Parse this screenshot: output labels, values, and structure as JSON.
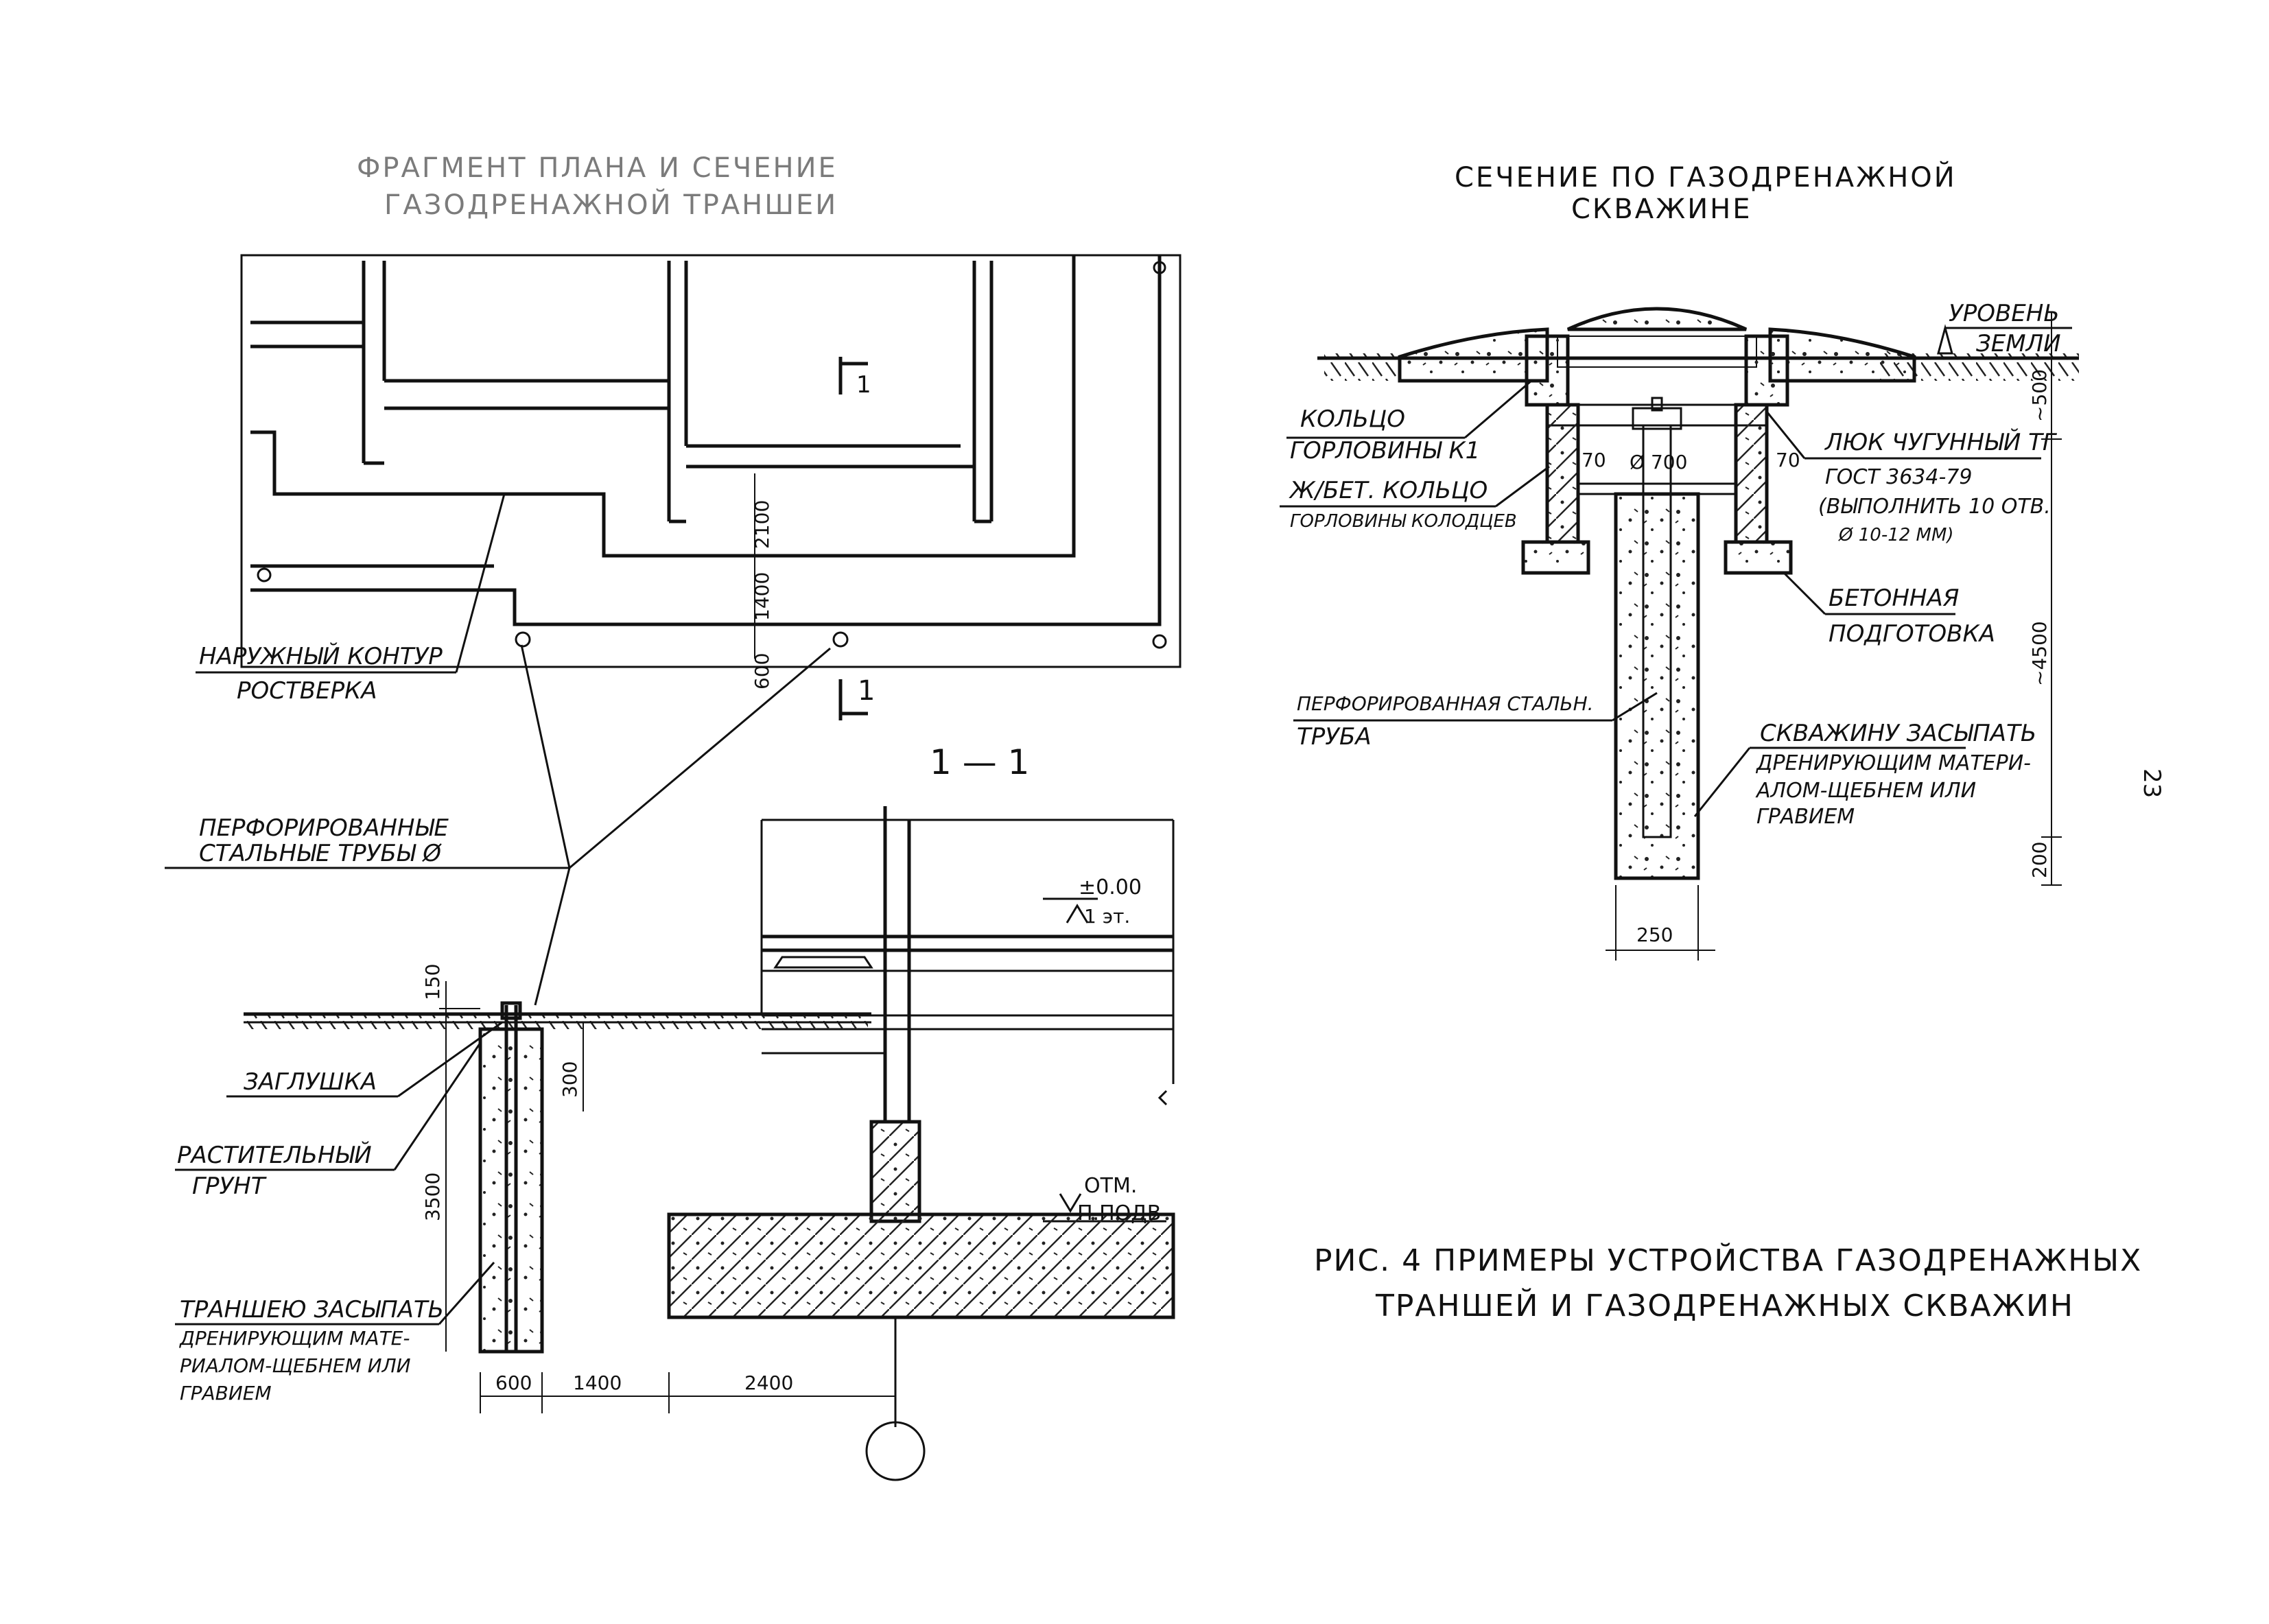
{
  "plan": {
    "title_line1": "ФРАГМЕНТ ПЛАНА И СЕЧЕНИЕ",
    "title_line2": "ГАЗОДРЕНАЖНОЙ ТРАНШЕИ",
    "section_mark": "1",
    "outer_contour_label_1": "НАРУЖНЫЙ КОНТУР",
    "outer_contour_label_2": "РОСТВЕРКА",
    "pipes_label_1": "ПЕРФОРИРОВАННЫЕ",
    "pipes_label_2": "СТАЛЬНЫЕ ТРУБЫ Ø",
    "dim_2100": "2100",
    "dim_1400": "1400",
    "dim_600": "600"
  },
  "section": {
    "title": "1 — 1",
    "level_zero": "±0.00",
    "floor": "1 эт.",
    "mark_label_1": "ОТМ.",
    "mark_label_2": "П.ПОДВ",
    "plug_label": "ЗАГЛУШКА",
    "soil_label_1": "РАСТИТЕЛЬНЫЙ",
    "soil_label_2": "ГРУНТ",
    "fill_label_1": "ТРАНШЕЮ ЗАСЫПАТЬ",
    "fill_label_2": "ДРЕНИРУЮЩИМ МАТЕ-",
    "fill_label_3": "РИАЛОМ-ЩЕБНЕМ ИЛИ",
    "fill_label_4": "ГРАВИЕМ",
    "dim_150": "150",
    "dim_300": "300",
    "dim_3500": "3500",
    "dim_600": "600",
    "dim_1400": "1400",
    "dim_2400": "2400"
  },
  "well": {
    "title_line1": "СЕЧЕНИЕ ПО ГАЗОДРЕНАЖНОЙ",
    "title_line2": "СКВАЖИНЕ",
    "ground_label_1": "УРОВЕНЬ",
    "ground_label_2": "ЗЕМЛИ",
    "ring_label_1": "КОЛЬЦО",
    "ring_label_2": "ГОРЛОВИНЫ К1",
    "rc_ring_label_1": "Ж/БЕТ. КОЛЬЦО",
    "rc_ring_label_2": "ГОРЛОВИНЫ КОЛОДЦЕВ",
    "hatch_label_1": "ЛЮК ЧУГУННЫЙ ТГ",
    "hatch_label_2": "ГОСТ 3634-79",
    "hatch_label_3": "(ВЫПОЛНИТЬ 10 ОТВ.",
    "hatch_label_4": "Ø 10-12 ММ)",
    "concrete_label_1": "БЕТОННАЯ",
    "concrete_label_2": "ПОДГОТОВКА",
    "pipe_label_1": "ПЕРФОРИРОВАННАЯ СТАЛЬН.",
    "pipe_label_2": "ТРУБА",
    "fill_label_1": "СКВАЖИНУ ЗАСЫПАТЬ",
    "fill_label_2": "ДРЕНИРУЮЩИМ МАТЕРИ-",
    "fill_label_3": "АЛОМ-ЩЕБНЕМ ИЛИ",
    "fill_label_4": "ГРАВИЕМ",
    "dim_70_left": "70",
    "dim_diameter": "Ø 700",
    "dim_70_right": "70",
    "dim_500": "~500",
    "dim_4500": "~4500",
    "dim_200": "200",
    "dim_250": "250"
  },
  "caption_line1": "РИС. 4 ПРИМЕРЫ УСТРОЙСТВА ГАЗОДРЕНАЖНЫХ",
  "caption_line2": "ТРАНШЕЙ И ГАЗОДРЕНАЖНЫХ СКВАЖИН",
  "page_number": "23"
}
